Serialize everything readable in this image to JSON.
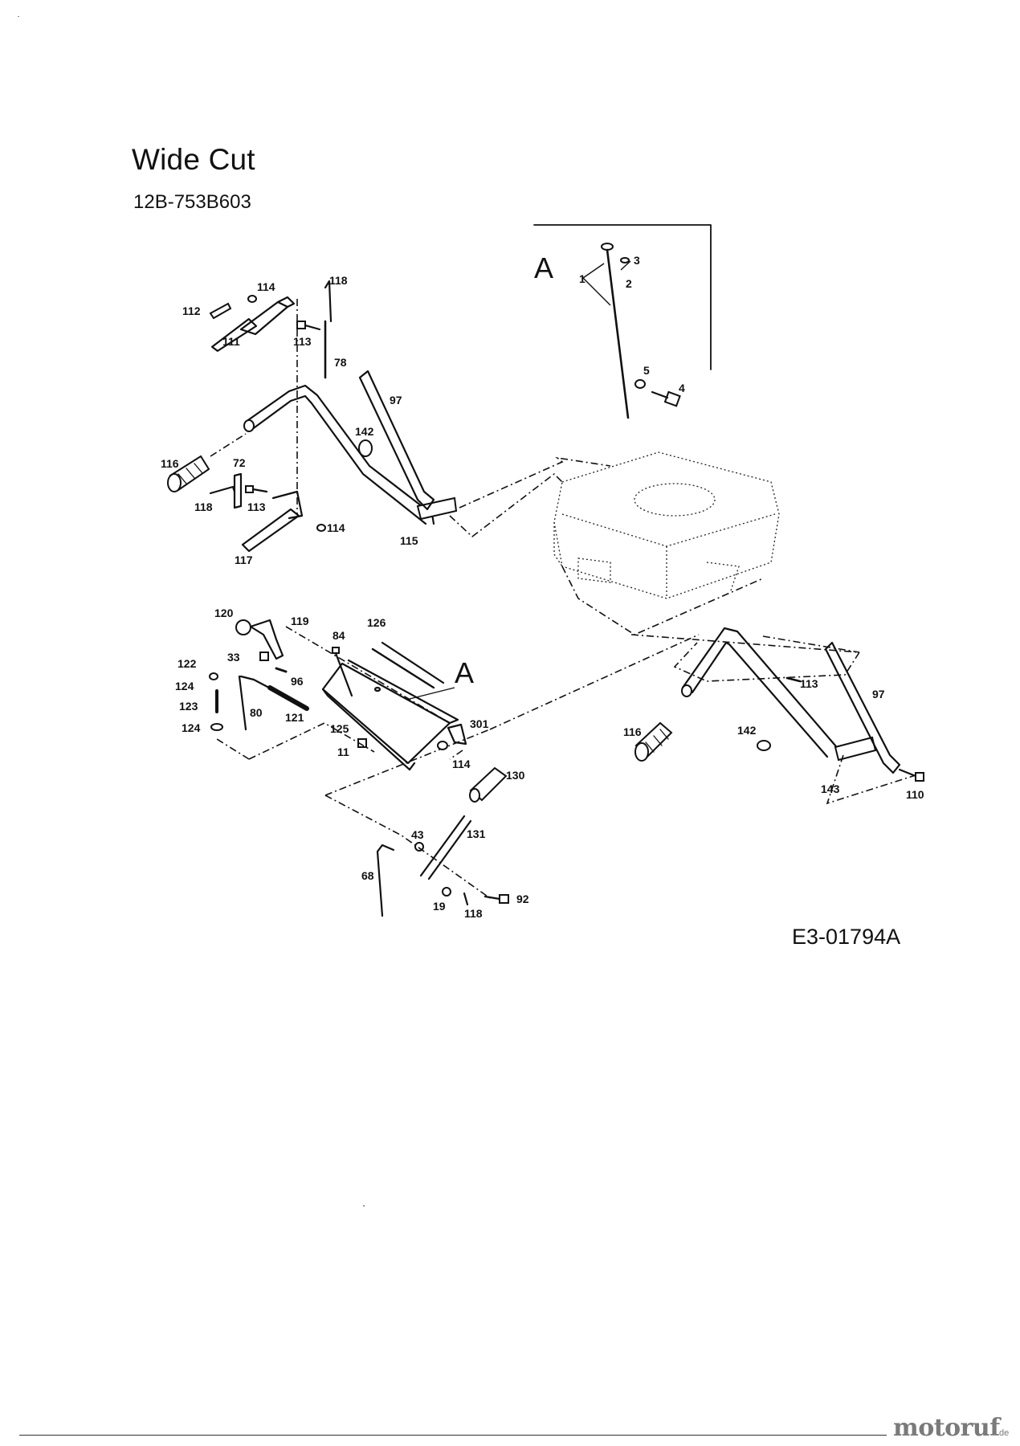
{
  "header": {
    "title": "Wide Cut",
    "model_number": "12B-753B603"
  },
  "footer": {
    "diagram_id": "E3-01794A",
    "brand": "motoruf",
    "brand_tld": ".de"
  },
  "detail_markers": {
    "detail_a_label": "A",
    "panel_a_label": "A"
  },
  "part_labels": {
    "p1": "1",
    "p2": "2",
    "p3": "3",
    "p4": "4",
    "p5": "5",
    "p72": "72",
    "p78": "78",
    "p97a": "97",
    "p111": "111",
    "p112": "112",
    "p113a": "113",
    "p113b": "113",
    "p114a": "114",
    "p114b": "114",
    "p115": "115",
    "p116a": "116",
    "p117": "117",
    "p118a": "118",
    "p118b": "118",
    "p142a": "142",
    "p120": "120",
    "p119": "119",
    "p126": "126",
    "p84": "84",
    "p33": "33",
    "p122": "122",
    "p124a": "124",
    "p123": "123",
    "p124b": "124",
    "p96": "96",
    "p80": "80",
    "p121": "121",
    "p125": "125",
    "p301": "301",
    "p11": "11",
    "p114c": "114",
    "p130": "130",
    "p131": "131",
    "p43": "43",
    "p68": "68",
    "p19": "19",
    "p118c": "118",
    "p92": "92",
    "p113c": "113",
    "p97b": "97",
    "p116b": "116",
    "p142b": "142",
    "p143": "143",
    "p110": "110"
  }
}
